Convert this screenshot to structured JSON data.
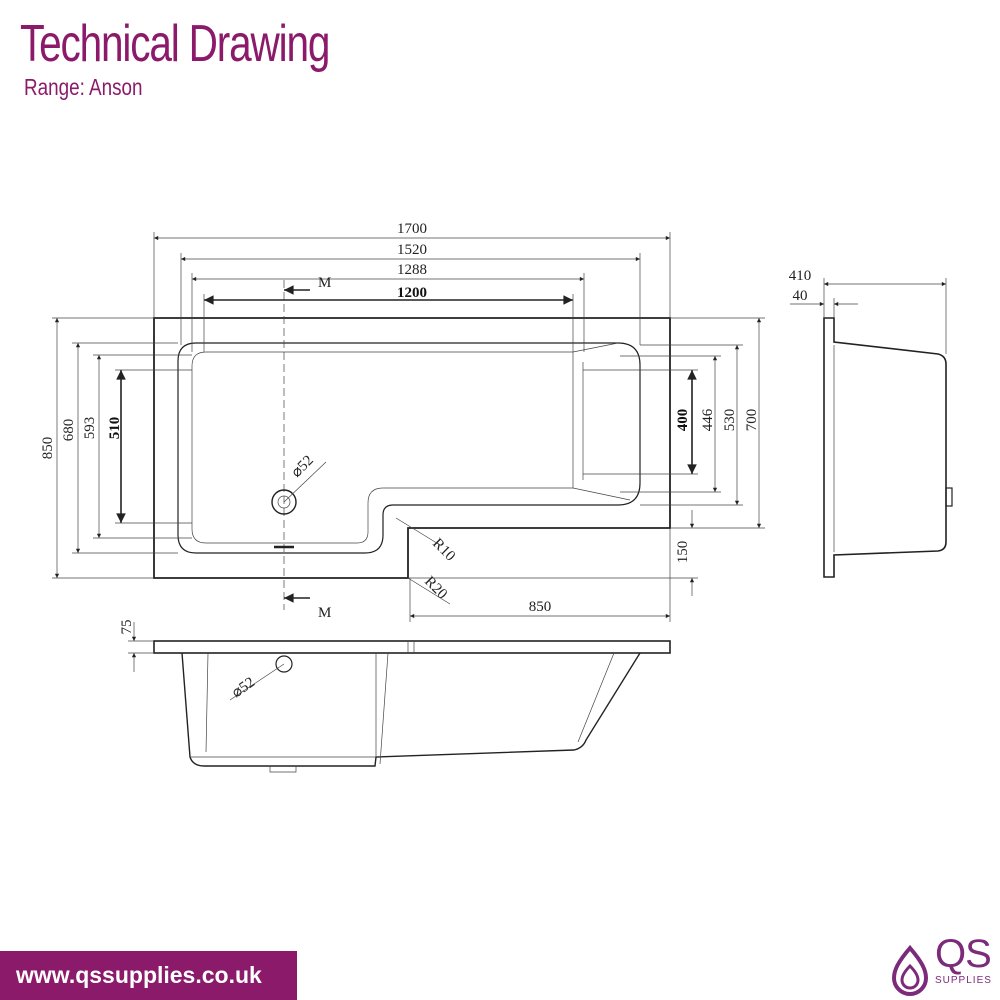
{
  "header": {
    "title": "Technical Drawing",
    "subtitle": "Range: Anson"
  },
  "dimensions": {
    "top_view": {
      "d1700": "1700",
      "d1520": "1520",
      "d1288": "1288",
      "d1200": "1200",
      "section_marker": "M",
      "d850": "850",
      "d680": "680",
      "d593": "593",
      "d510": "510",
      "d400": "400",
      "d446": "446",
      "d530": "530",
      "d700": "700",
      "d150": "150",
      "waste": "⌀52",
      "r10": "R10",
      "r20": "R20",
      "d850_bottom": "850"
    },
    "side_view": {
      "d410": "410",
      "d40": "40"
    },
    "front_view": {
      "d75": "75",
      "waste": "⌀52"
    }
  },
  "footer": {
    "url": "www.qssupplies.co.uk",
    "logo_text": "QS",
    "logo_sub": "SUPPLIES"
  },
  "colors": {
    "brand": "#8b1a6b",
    "line": "#222222"
  }
}
